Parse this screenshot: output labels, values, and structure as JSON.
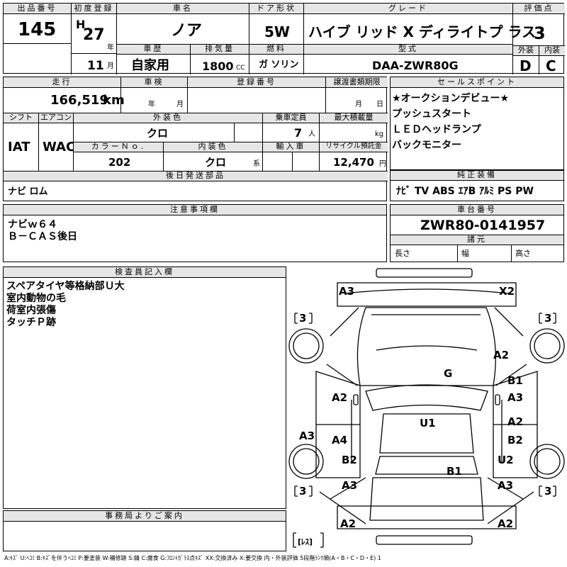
{
  "header": {
    "lot_no_label": "出品番号",
    "lot_no": "145",
    "first_reg_label": "初度登録",
    "era": "H",
    "year": "27",
    "year_unit": "年",
    "month": "11",
    "month_unit": "月",
    "car_name_label": "車名",
    "car_name": "ノア",
    "door_label": "ドア形状",
    "door": "5W",
    "grade_label": "グレード",
    "grade": "ハイブ リッド X ディライトプ ラス",
    "score_label": "評価点",
    "score": "3",
    "history_label": "車歴",
    "history": "自家用",
    "displacement_label": "排気量",
    "displacement": "1800",
    "displacement_unit": "CC",
    "fuel_label": "燃料",
    "fuel": "ガ ソリン",
    "model_label": "型式",
    "model": "DAA-ZWR80G",
    "exterior_label": "外装",
    "exterior": "D",
    "interior_label": "内装",
    "interior": "C"
  },
  "middle": {
    "mileage_label": "走行",
    "mileage": "166,519",
    "mileage_unit": "km",
    "inspection_label": "車検",
    "insp_year_unit": "年",
    "insp_month_unit": "月",
    "reg_no_label": "登録番号",
    "transfer_label": "譲渡書類期限",
    "transfer_month_unit": "月",
    "transfer_day_unit": "日",
    "shift_label": "シフト",
    "shift": "IAT",
    "ac_label": "エアコン",
    "ac": "WAC",
    "ext_color_label": "外装色",
    "ext_color": "クロ",
    "capacity_label": "乗車定員",
    "capacity": "7",
    "capacity_unit": "人",
    "max_load_label": "最大積載量",
    "max_load_unit": "kg",
    "color_no_label": "カラーＮｏ.",
    "color_no": "202",
    "int_color_label": "内装色",
    "int_color": "クロ",
    "int_color_unit": "系",
    "import_label": "輸入車",
    "recycle_label": "リサイクル預託金",
    "recycle": "12,470",
    "recycle_unit": "円",
    "deferred_label": "後日発送部品",
    "deferred": "ナビ ロム"
  },
  "sales": {
    "label": "セールスポイント",
    "points": [
      "★オークションデビュー★",
      "プッシュスタート",
      "ＬＥＤヘッドランプ",
      "バックモニター"
    ]
  },
  "equipment": {
    "label": "純正装備",
    "items": "ﾅﾋﾞ TV ABS ｴｱB ｱﾙﾐ PS PW"
  },
  "notes": {
    "label": "注意事項欄",
    "lines": [
      "ナビｗ６４",
      "Ｂ－ＣＡＳ後日"
    ]
  },
  "chassis": {
    "label": "車台番号",
    "number": "ZWR80-0141957",
    "specs_label": "諸元",
    "length_label": "長さ",
    "width_label": "幅",
    "height_label": "高さ"
  },
  "inspector": {
    "label": "検査員記入欄",
    "lines": [
      "スペアタイヤ等格納部Ｕ大",
      "室内動物の毛",
      "荷室内張傷",
      "タッチＰ跡"
    ]
  },
  "office": {
    "label": "事務局よりご案内"
  },
  "legend": "A:ｷｽﾞ U:ﾍｺﾐ B:ｷｽﾞを伴うﾍｺﾐ P:要塗装 W:補修跡 S:錆 C:腐食 G:ﾌﾛﾝﾄｶﾞﾗｽ点ｷｽﾞ XX:交換済み X:要交換 内・外装評価 5段階ﾗﾝｸ順(A・B・C・D・E) 1",
  "diagram": {
    "tire": "3",
    "spare": "[ﾚｽ]",
    "marks": [
      "A3",
      "X2",
      "A2",
      "G",
      "B1",
      "A2",
      "A3",
      "A2",
      "A3",
      "U1",
      "A4",
      "B2",
      "B2",
      "U2",
      "B1",
      "A3",
      "A3",
      "A2",
      "A2"
    ]
  }
}
